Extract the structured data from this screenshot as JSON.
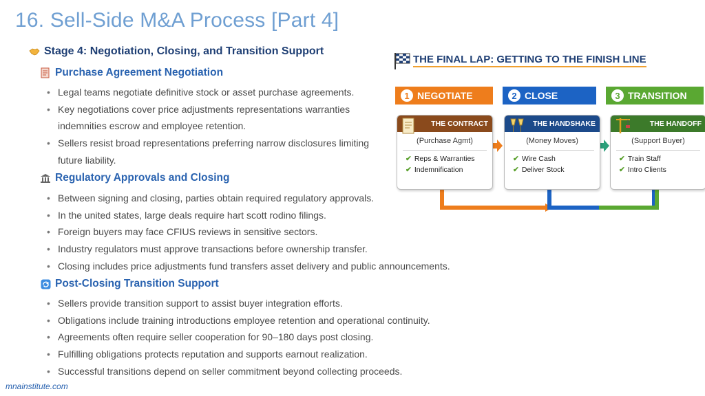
{
  "title": "16. Sell-Side M&A Process [Part 4]",
  "stage": {
    "icon": "handshake-icon",
    "label": "Stage 4: Negotiation, Closing, and Transition Support"
  },
  "sections": [
    {
      "icon": "document-icon",
      "heading": "Purchase Agreement Negotiation",
      "bullets": [
        "Legal teams negotiate definitive stock or asset purchase agreements.",
        "Key negotiations cover price adjustments representations warranties indemnities escrow and employee retention.",
        "Sellers resist broad representations preferring narrow disclosures limiting future liability."
      ]
    },
    {
      "icon": "bank-icon",
      "heading": "Regulatory Approvals and Closing",
      "bullets": [
        "Between signing and closing, parties obtain required regulatory approvals.",
        "In the united states, large deals require hart scott rodino filings.",
        "Foreign buyers may face CFIUS reviews in sensitive sectors.",
        "Industry regulators must approve transactions before ownership transfer.",
        "Closing includes price adjustments fund transfers asset delivery and public announcements."
      ]
    },
    {
      "icon": "refresh-icon",
      "heading": "Post-Closing Transition Support",
      "bullets": [
        "Sellers provide transition support to assist buyer integration efforts.",
        "Obligations include training introductions employee retention and operational continuity.",
        "Agreements often require seller cooperation for 90–180 days post closing.",
        "Fulfilling obligations protects reputation and supports earnout realization.",
        "Successful transitions depend on seller commitment beyond collecting proceeds."
      ]
    }
  ],
  "diagram": {
    "title": "THE FINAL LAP: GETTING TO THE FINISH LINE",
    "steps": [
      {
        "num": "1",
        "label": "NEGOTIATE",
        "color": "#ee7d1c",
        "card_title": "THE CONTRACT",
        "card_sub": "(Purchase Agmt)",
        "items": [
          "Reps & Warranties",
          "Indemnification"
        ],
        "head_color": "#8a4a1c"
      },
      {
        "num": "2",
        "label": "CLOSE",
        "color": "#1c63c4",
        "card_title": "THE HANDSHAKE",
        "card_sub": "(Money Moves)",
        "items": [
          "Wire Cash",
          "Deliver Stock"
        ],
        "head_color": "#1c4a8a"
      },
      {
        "num": "3",
        "label": "TRANSITION",
        "color": "#5aa832",
        "card_title": "THE HANDOFF",
        "card_sub": "(Support Buyer)",
        "items": [
          "Train Staff",
          "Intro Clients"
        ],
        "head_color": "#3c7a2a"
      }
    ]
  },
  "footer": "mnainstitute.com"
}
